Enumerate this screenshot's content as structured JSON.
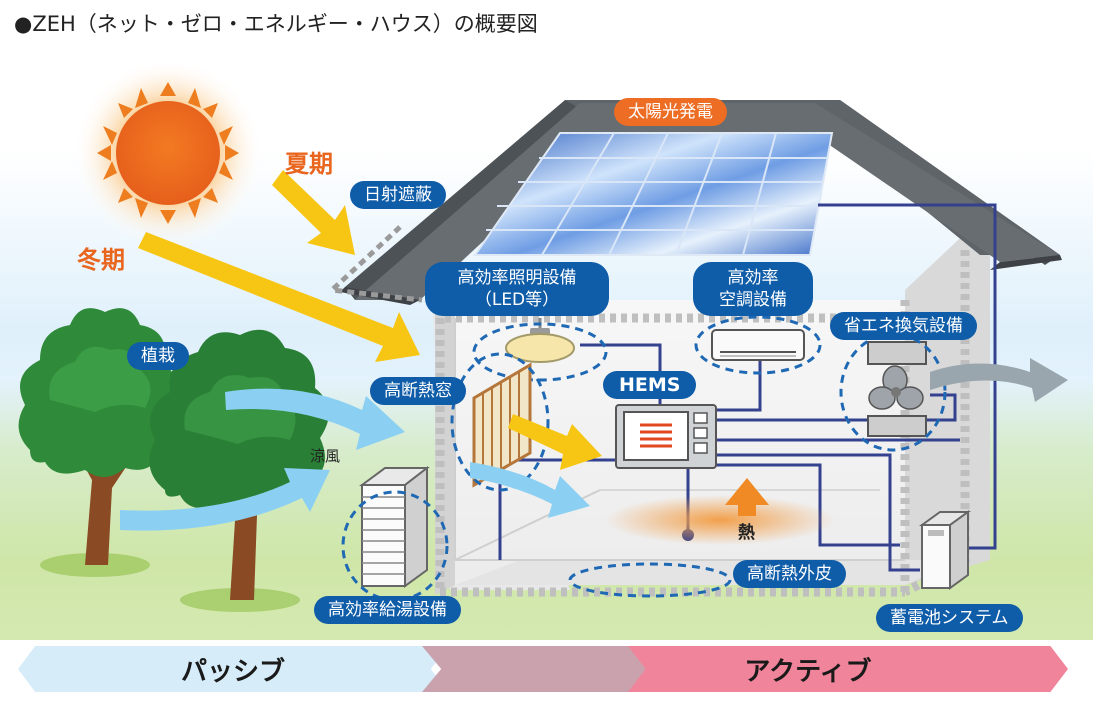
{
  "title": "●ZEH（ネット・ゼロ・エネルギー・ハウス）の概要図",
  "seasons": {
    "summer": "夏期",
    "winter": "冬期"
  },
  "labels": {
    "solar": "太陽光発電",
    "shading": "日射遮蔽",
    "lighting_line1": "高効率照明設備",
    "lighting_line2": "（LED等）",
    "aircon_line1": "高効率",
    "aircon_line2": "空調設備",
    "ventilation": "省エネ換気設備",
    "planting": "植栽",
    "window": "高断熱窓",
    "hems": "HEMS",
    "cool_breeze": "涼風",
    "heat": "熱",
    "envelope": "高断熱外皮",
    "water_heater": "高効率給湯設備",
    "battery": "蓄電池システム"
  },
  "bottom_bar": {
    "passive": "パッシブ",
    "active": "アクティブ"
  },
  "colors": {
    "label_blue": "#0f5ca8",
    "label_orange": "#ec6d23",
    "roof": "#5f6469",
    "sun": "#ee7d1f",
    "arrow_yellow": "#f7c614",
    "arrow_blue": "#8bd0f2",
    "passive_bar": "#d6ecf8",
    "middle_bar": "#c9a2ad",
    "active_bar": "#f0849a"
  }
}
